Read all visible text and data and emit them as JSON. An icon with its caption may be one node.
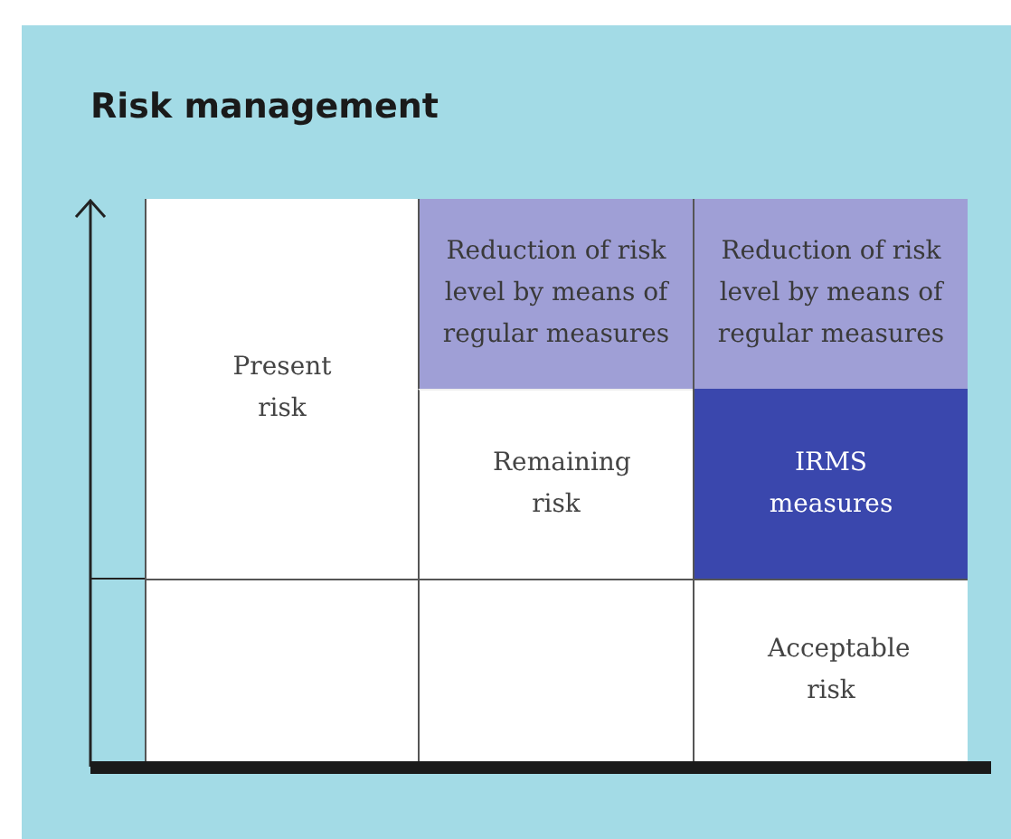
{
  "diagram": {
    "title": "Risk management",
    "nodes": [
      {
        "text": [
          "Present risk"
        ]
      },
      {
        "text": [
          "Reduction of risk level by means of regular measures"
        ]
      },
      {
        "text": [
          "Reduction of risk level by means of regular measures"
        ]
      },
      {
        "text": [
          "Remaining risk"
        ]
      },
      {
        "text": [
          "IRMS measures"
        ]
      },
      {
        "text": [],
        "shape": "box"
      },
      {
        "text": [],
        "shape": "box"
      },
      {
        "text": [
          "Acceptable risk"
        ]
      }
    ],
    "edges": []
  }
}
